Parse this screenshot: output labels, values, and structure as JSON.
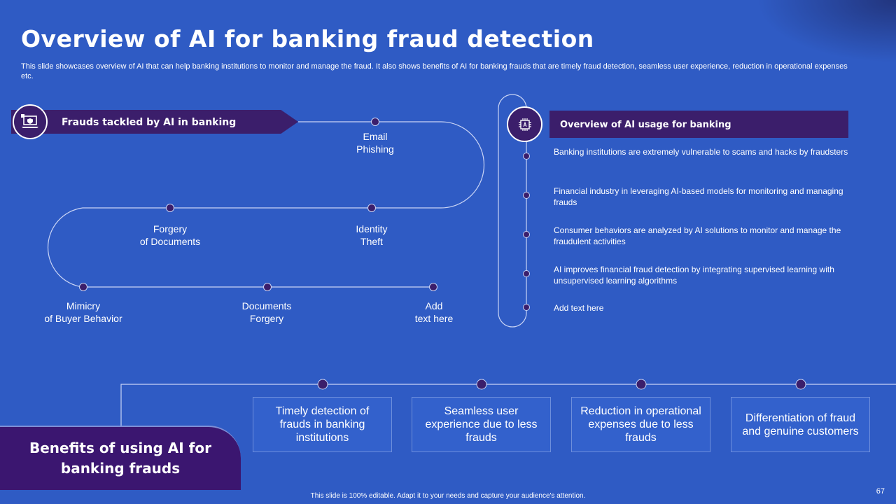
{
  "title": "Overview of AI for banking fraud detection",
  "subtitle": "This slide showcases overview of AI that can help banking institutions to monitor and manage the fraud. It also shows benefits of AI for banking frauds that are timely fraud detection, seamless user experience, reduction in operational expenses etc.",
  "frauds": {
    "heading": "Frauds tackled by AI in banking",
    "icon": "computer-shield-icon",
    "nodes": [
      {
        "line1": "Email",
        "line2": "Phishing"
      },
      {
        "line1": "Identity",
        "line2": "Theft"
      },
      {
        "line1": "Forgery",
        "line2": "of Documents"
      },
      {
        "line1": "Mimicry",
        "line2": "of Buyer Behavior"
      },
      {
        "line1": "Documents",
        "line2": "Forgery"
      },
      {
        "line1": "Add",
        "line2": "text here"
      }
    ]
  },
  "overview": {
    "heading": "Overview of AI usage for banking",
    "icon": "ai-chip-icon",
    "items": [
      "Banking institutions are extremely vulnerable  to scams and hacks by fraudsters",
      "Financial industry in leveraging  AI-based models for monitoring and managing frauds",
      "Consumer behaviors  are analyzed by AI solutions to monitor and manage the fraudulent  activities",
      "AI improves  financial fraud detection by integrating supervised  learning with unsupervised  learning algorithms",
      "Add text here"
    ]
  },
  "benefits": {
    "heading": "Benefits of using AI for banking frauds",
    "items": [
      "Timely detection of frauds in banking institutions",
      "Seamless user experience due to less frauds",
      "Reduction in operational expenses due to less frauds",
      "Differentiation of fraud and genuine customers"
    ]
  },
  "footer": "This slide is 100% editable.  Adapt it to your needs and capture your audience's attention.",
  "page_number": "67",
  "colors": {
    "background": "#2f5bc4",
    "accent_purple": "#3b1e6b",
    "line": "#c9d4f5"
  }
}
